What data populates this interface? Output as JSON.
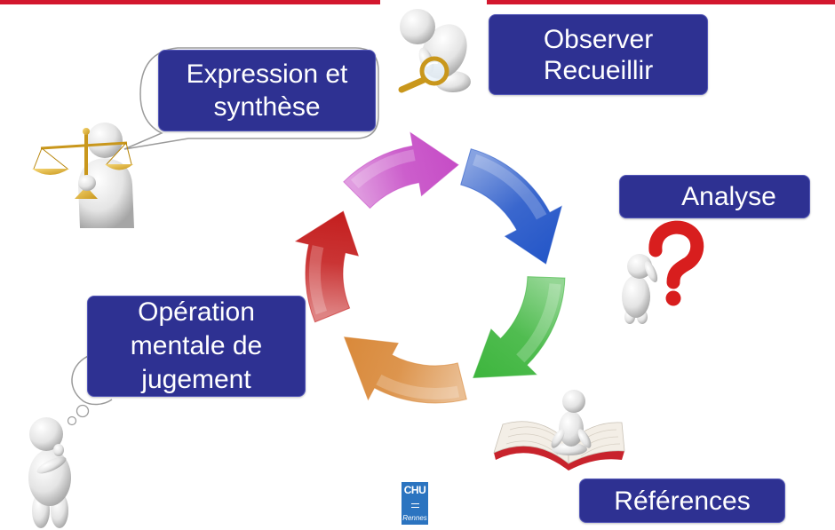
{
  "labels": {
    "observer": [
      "Observer",
      "Recueillir"
    ],
    "expression": [
      "Expression et",
      "synthèse"
    ],
    "analyse": "Analyse",
    "operation": [
      "Opération",
      "mentale de",
      "jugement"
    ],
    "references": "Références"
  },
  "logo": {
    "top": "CHU",
    "bottom": "Rennes"
  },
  "colors": {
    "label_bg": "#2E3192",
    "label_text": "#FFFFFF",
    "top_bar": "#D3172E",
    "arrow_pink": "#C64CC6",
    "arrow_blue": "#2456C8",
    "arrow_green": "#3DB53D",
    "arrow_orange": "#D9893A",
    "arrow_red": "#C41E1E",
    "question_mark": "#D81E1E",
    "gold": "#C9971C",
    "gold_light": "#F6D776",
    "book_cover": "#C8232C",
    "logo_blue": "#2B74C0"
  }
}
